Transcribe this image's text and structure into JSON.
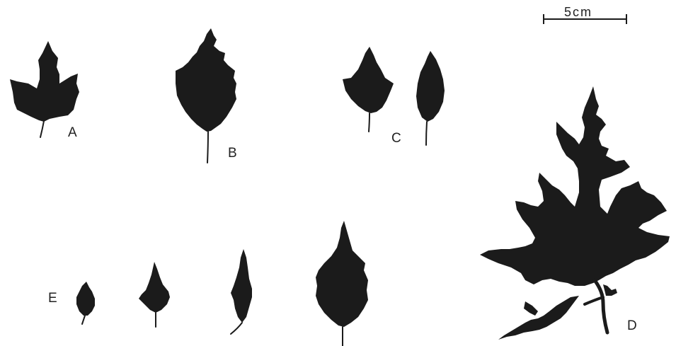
{
  "figure": {
    "scale_bar_label": "5cm",
    "panels": [
      {
        "id": "A",
        "label": "A"
      },
      {
        "id": "B",
        "label": "B"
      },
      {
        "id": "C",
        "label": "C"
      },
      {
        "id": "D",
        "label": "D"
      },
      {
        "id": "E",
        "label": "E"
      }
    ],
    "colors": {
      "leaf": "#1b1b1b",
      "background": "#ffffff"
    }
  }
}
